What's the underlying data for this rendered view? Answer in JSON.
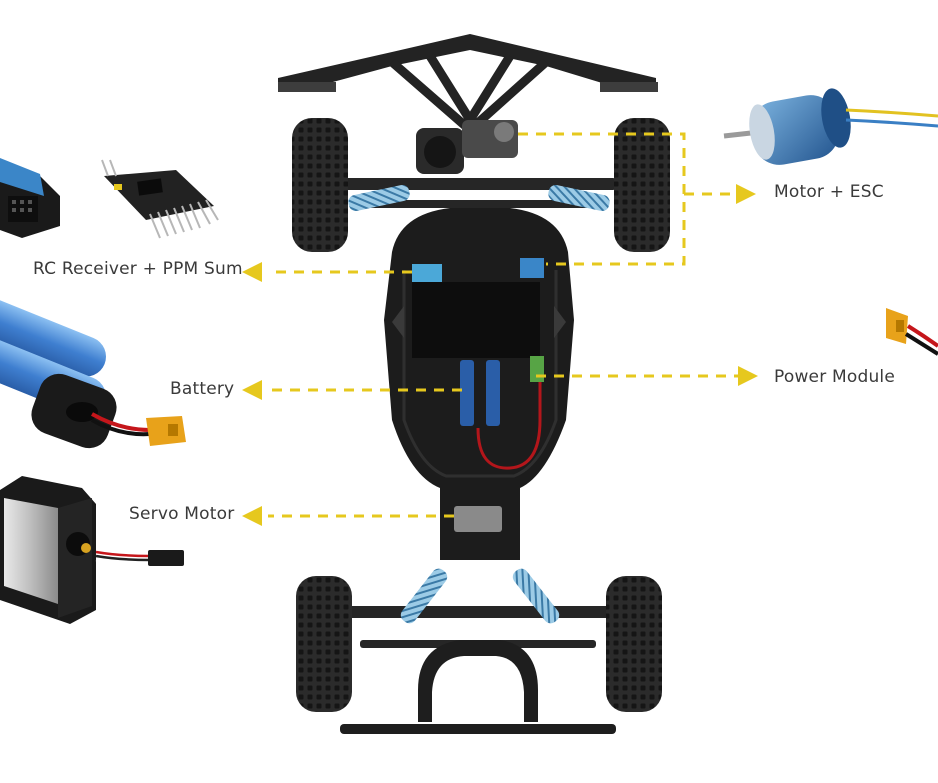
{
  "labels": {
    "motor_esc": "Motor + ESC",
    "rc_receiver": "RC Receiver + PPM Sum",
    "battery": "Battery",
    "power_module": "Power Module",
    "servo_motor": "Servo Motor"
  },
  "colors": {
    "callout": "#e6c81e",
    "chassis": "#1e1e1e",
    "spring": "#7fb6d6",
    "battery_blue": "#3f7fd0",
    "label_text": "#3a3a3a"
  },
  "icons": [
    "motor-icon",
    "rc-receiver-icon",
    "ppm-module-icon",
    "battery-icon",
    "power-module-icon",
    "servo-icon",
    "chassis-diagram",
    "arrow-icon"
  ]
}
